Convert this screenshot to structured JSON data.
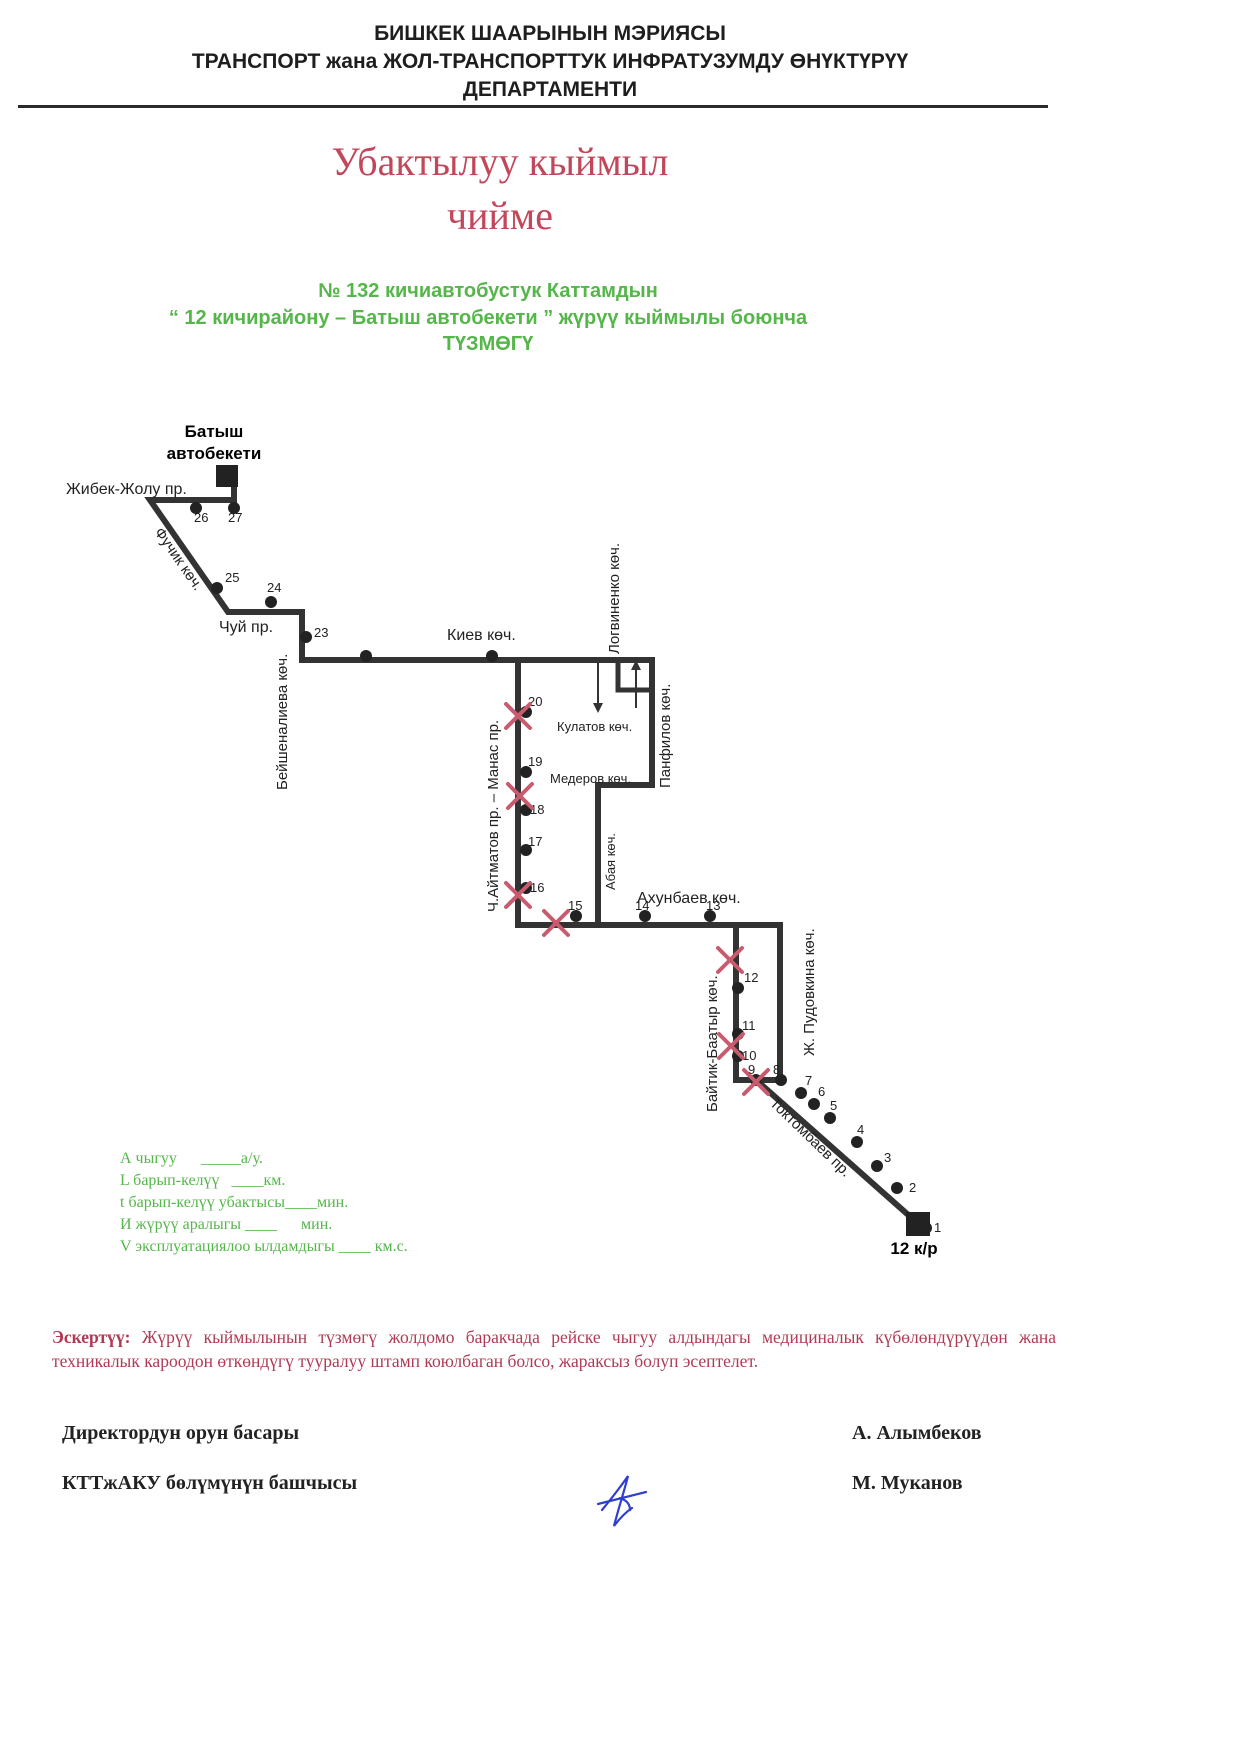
{
  "colors": {
    "title": "#c2475a",
    "accent_green": "#55b64a",
    "route": "#333333",
    "cross": "#c85c6e",
    "note": "#b03a55",
    "signature_ink": "#2e3fd0"
  },
  "header": {
    "line1": "БИШКЕК ШААРЫНЫН МЭРИЯСЫ",
    "line2": "ТРАНСПОРТ жана ЖОЛ-ТРАНСПОРТТУК ИНФРАТУЗУМДУ ӨНҮКТҮРҮҮ",
    "line3": "ДЕПАРТАМЕНТИ"
  },
  "title": {
    "line1": "Убактылуу кыймыл",
    "line2": "чийме"
  },
  "subtitle": {
    "line1": "№ 132  кичиавтобустук Каттамдын",
    "line2": "“ 12 кичирайону –  Батыш автобекети ” жүрүү кыймылы боюнча",
    "line3": "ТҮЗМӨГҮ"
  },
  "map": {
    "north_arrow_icon": "north-arrow-icon",
    "terminal_start": {
      "line1": "Батыш",
      "line2": "автобекети"
    },
    "terminal_end": "12 к/р",
    "streets": {
      "zhibek": "Жибек-Жолу пр.",
      "fuchik": "Фучик көч.",
      "chuy": "Чуй пр.",
      "beyshenalieva": "Бейшеналиева көч.",
      "kiev": "Киев көч.",
      "logvinenko": "Логвиненко көч.",
      "panfilov": "Панфилов көч.",
      "kulatov": "Кулатов көч.",
      "mederov": "Медеров көч.",
      "aitmatov": "Ч.Айтматов пр. – Манас пр.",
      "abaya": "Абая көч.",
      "akhunbaev": "Ахунбаев көч.",
      "baitik": "Байтик-Баатыр көч.",
      "pudovkina": "Ж. Пудовкина көч.",
      "toktombaev": "Токтомбаев пр."
    },
    "stops": [
      "1",
      "2",
      "3",
      "4",
      "5",
      "6",
      "7",
      "8",
      "9",
      "10",
      "11",
      "12",
      "13",
      "14",
      "15",
      "16",
      "17",
      "18",
      "19",
      "20",
      "23",
      "24",
      "25",
      "26",
      "27"
    ],
    "closed_icon": "closed-stop-cross-icon"
  },
  "stats": {
    "a": "А чыгуу      _____а/у.",
    "l": "L барып-келүү   ____км.",
    "t": "t барып-келүү убактысы____мин.",
    "i": "И жүрүү аралыгы ____      мин.",
    "v": "V эксплуатациялоо ылдамдыгы ____ км.с."
  },
  "note": {
    "label": "Эскертүү:",
    "text": " Жүрүү кыймылынын түзмөгү жолдомо баракчада рейске чыгуу алдындагы медициналык күбөлөндүрүүдөн жана техникалык кароодон өткөндүгү тууралуу штамп коюлбаган болсо, жараксыз болуп эсептелет."
  },
  "signatures": {
    "role1": "Директордун орун басары",
    "name1": "А. Алымбеков",
    "role2": "КТТжАКУ  бөлүмүнүн башчысы",
    "name2": "М. Муканов"
  }
}
